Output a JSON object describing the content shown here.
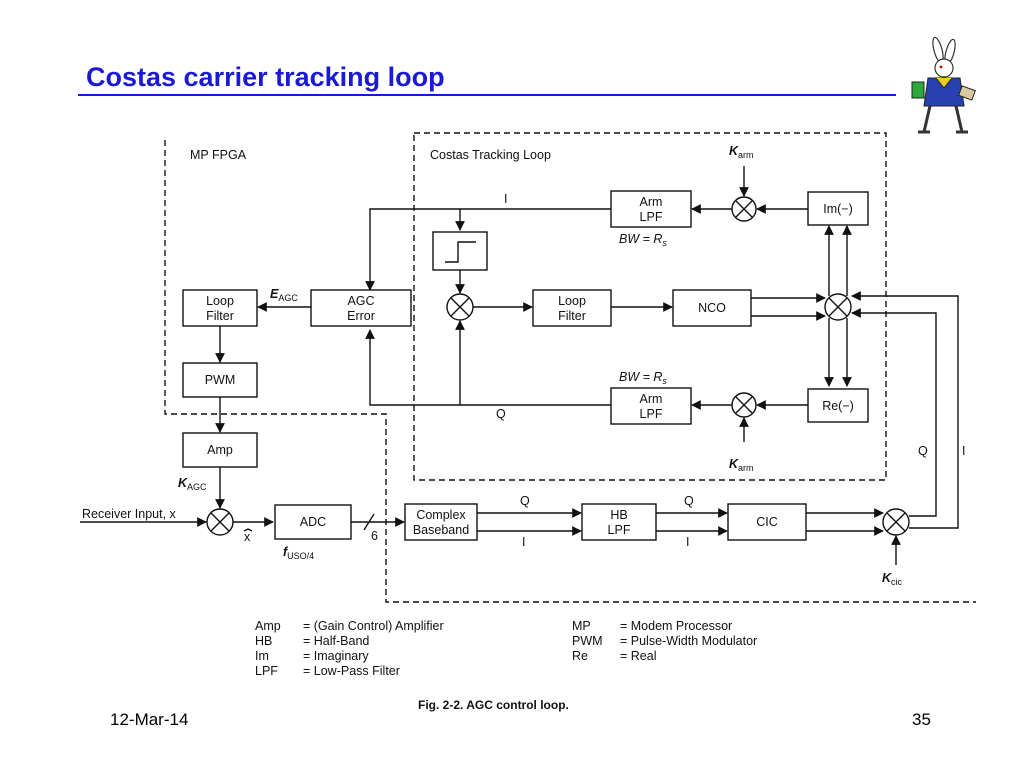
{
  "slide": {
    "title": "Costas carrier tracking loop",
    "date": "12-Mar-14",
    "page_number": "35",
    "accent_color": "#1a1ad6"
  },
  "regions": {
    "mp_fpga": "MP FPGA",
    "costas": "Costas Tracking Loop"
  },
  "blocks": {
    "arm_lpf_top": [
      "Arm",
      "LPF"
    ],
    "arm_lpf_bottom": [
      "Arm",
      "LPF"
    ],
    "im": "Im(−)",
    "re": "Re(−)",
    "loop_filter_left": [
      "Loop",
      "Filter"
    ],
    "agc_error": [
      "AGC",
      "Error"
    ],
    "loop_filter_mid": [
      "Loop",
      "Filter"
    ],
    "nco": "NCO",
    "pwm": "PWM",
    "amp": "Amp",
    "adc": "ADC",
    "complex_baseband": [
      "Complex",
      "Baseband"
    ],
    "hb_lpf": [
      "HB",
      "LPF"
    ],
    "cic": "CIC"
  },
  "signals": {
    "i": "I",
    "q": "Q",
    "bw_top": "BW = R",
    "bw_bottom": "BW = R",
    "bw_sub": "s",
    "e_agc": "E",
    "e_agc_sub": "AGC",
    "k_arm": "K",
    "k_arm_sub": "arm",
    "k_agc": "K",
    "k_agc_sub": "AGC",
    "k_cic": "K",
    "k_cic_sub": "cic",
    "f_uso": "f",
    "f_uso_sub": "USO/4",
    "receiver_input": "Receiver Input, x",
    "x_hat": "x",
    "bus_width": "6"
  },
  "legend": {
    "left": [
      {
        "abbr": "Amp",
        "def": "= (Gain Control) Amplifier"
      },
      {
        "abbr": "HB",
        "def": "= Half-Band"
      },
      {
        "abbr": "Im",
        "def": "= Imaginary"
      },
      {
        "abbr": "LPF",
        "def": "= Low-Pass Filter"
      }
    ],
    "right": [
      {
        "abbr": "MP",
        "def": "= Modem Processor"
      },
      {
        "abbr": "PWM",
        "def": "= Pulse-Width Modulator"
      },
      {
        "abbr": "Re",
        "def": "= Real"
      }
    ]
  },
  "caption": "Fig. 2-2.  AGC control loop."
}
